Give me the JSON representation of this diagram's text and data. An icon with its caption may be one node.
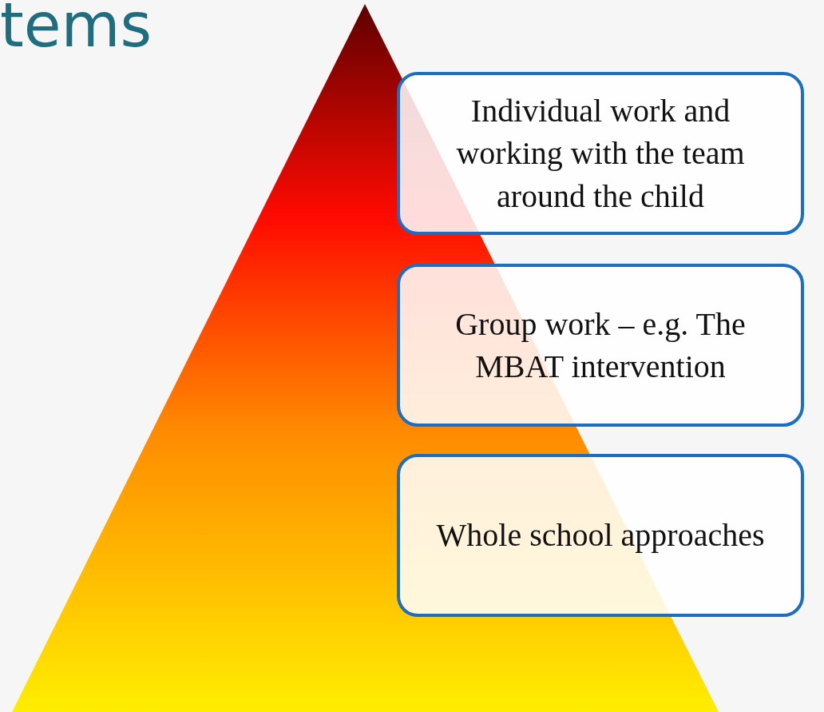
{
  "diagram": {
    "title": "tems",
    "nodes": [
      {
        "text": [
          "Individual work and working with the team around the child"
        ]
      },
      {
        "text": [
          "Group work – e.g. The MBAT intervention"
        ]
      },
      {
        "text": [
          "Whole school approaches"
        ]
      }
    ]
  }
}
